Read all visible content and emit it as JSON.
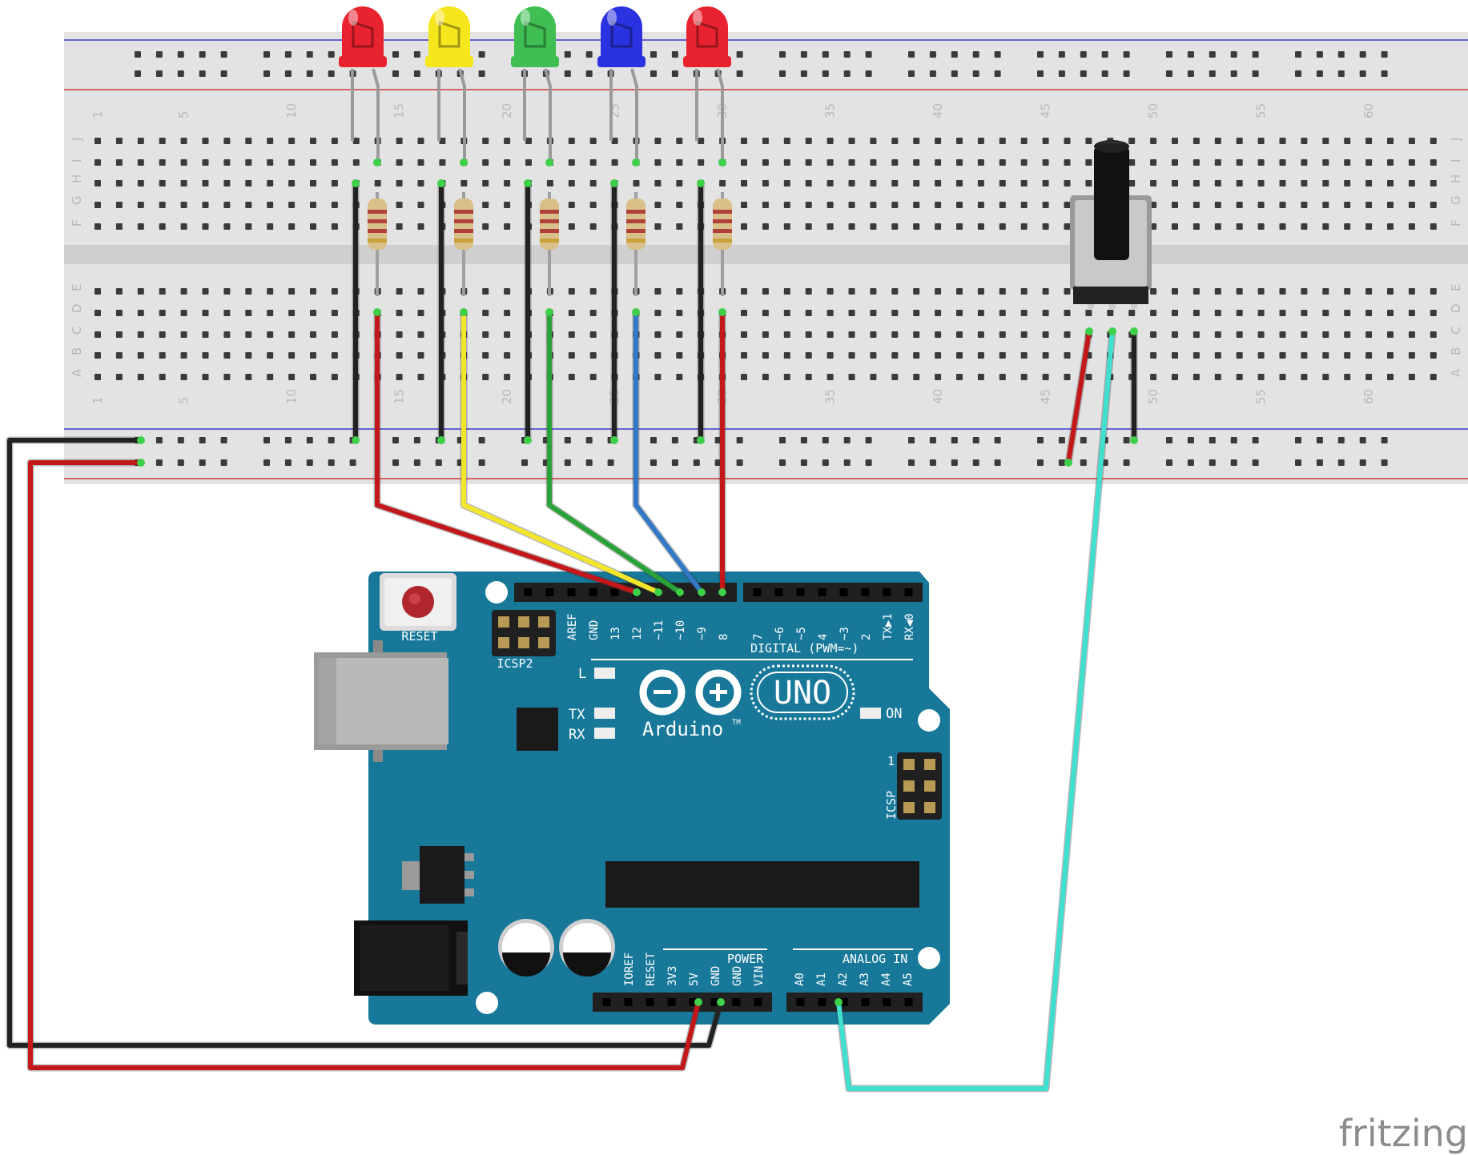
{
  "breadboard": {
    "column_numbers": [
      "1",
      "5",
      "10",
      "15",
      "20",
      "25",
      "30",
      "35",
      "40",
      "45",
      "50",
      "55",
      "60"
    ],
    "row_letters_top": [
      "J",
      "I",
      "H",
      "G",
      "F"
    ],
    "row_letters_bottom": [
      "E",
      "D",
      "C",
      "B",
      "A"
    ]
  },
  "leds": [
    {
      "color_name": "red",
      "color": "#e8232f"
    },
    {
      "color_name": "yellow",
      "color": "#f6e61c"
    },
    {
      "color_name": "green",
      "color": "#3fbf52"
    },
    {
      "color_name": "blue",
      "color": "#2b33e0"
    },
    {
      "color_name": "red",
      "color": "#e8232f"
    }
  ],
  "wire_colors": {
    "red": "#c4171a",
    "black": "#222222",
    "yellow": "#f2e62b",
    "green": "#29a337",
    "blue": "#3178c6",
    "cyan": "#3fe0d0"
  },
  "arduino": {
    "board_color": "#17789a",
    "reset_label": "RESET",
    "icsp2_label": "ICSP2",
    "icsp_label": "ICSP",
    "icsp_pin1_label": "1",
    "digital_label": "DIGITAL (PWM=~)",
    "led_l_label": "L",
    "tx_label": "TX",
    "rx_label": "RX",
    "on_label": "ON",
    "uno_label": "UNO",
    "brand_label": "Arduino",
    "tm_label": "TM",
    "power_label": "POWER",
    "analog_label": "ANALOG IN",
    "digital_pins_left": [
      "AREF",
      "GND",
      "13",
      "12",
      "~11",
      "~10",
      "~9",
      "8"
    ],
    "digital_pins_right": [
      "7",
      "~6",
      "~5",
      "4",
      "~3",
      "2",
      "TX▶1",
      "RX◀0"
    ],
    "power_pins": [
      "IOREF",
      "RESET",
      "3V3",
      "5V",
      "GND",
      "GND",
      "VIN"
    ],
    "analog_pins": [
      "A0",
      "A1",
      "A2",
      "A3",
      "A4",
      "A5"
    ]
  },
  "watermark": "fritzing"
}
